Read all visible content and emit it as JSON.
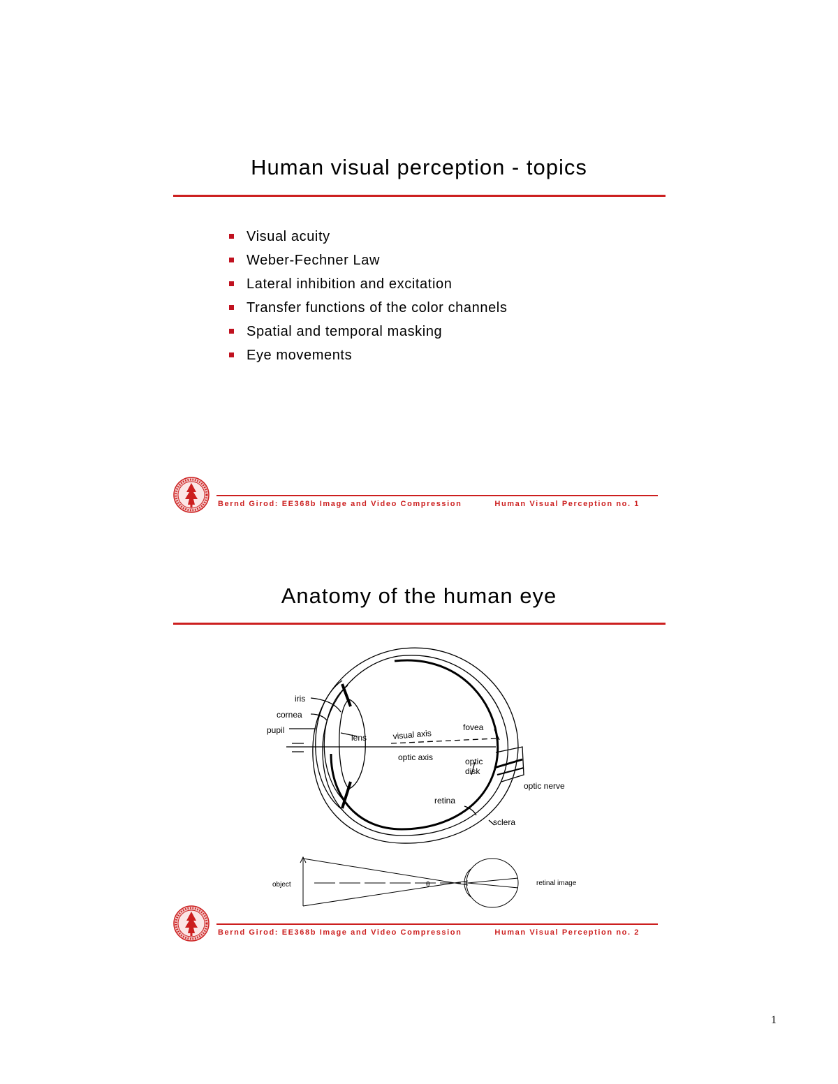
{
  "slides": [
    {
      "title": "Human visual perception - topics",
      "bullets": [
        "Visual acuity",
        "Weber-Fechner Law",
        "Lateral inhibition and excitation",
        "Transfer functions of the color channels",
        "Spatial and temporal masking",
        "Eye movements"
      ],
      "footer_left": "Bernd Girod: EE368b Image and Video Compression",
      "footer_right": "Human Visual Perception no. 1"
    },
    {
      "title": "Anatomy of the human eye",
      "diagram_labels": {
        "iris": "iris",
        "cornea": "cornea",
        "pupil": "pupil",
        "lens": "lens",
        "visual_axis": "visual axis",
        "fovea": "fovea",
        "optic_axis": "optic axis",
        "optic_disk_line1": "optic",
        "optic_disk_line2": "disk",
        "optic_nerve": "optic nerve",
        "retina": "retina",
        "sclera": "sclera",
        "object": "object",
        "theta": "θ",
        "retinal_image": "retinal image"
      },
      "footer_left": "Bernd Girod: EE368b Image and Video Compression",
      "footer_right": "Human Visual Perception no. 2"
    }
  ],
  "page_number": "1",
  "colors": {
    "accent_red": "#cc1f1f",
    "bullet_red": "#c0111f"
  }
}
